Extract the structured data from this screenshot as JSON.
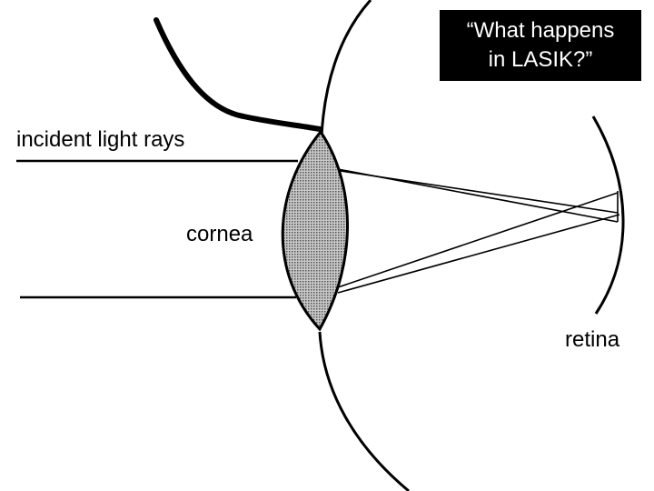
{
  "title": {
    "line1": "“What happens",
    "line2": "in LASIK?”"
  },
  "labels": {
    "incident": "incident light rays",
    "cornea": "cornea",
    "retina": "retina"
  },
  "colors": {
    "background": "#ffffff",
    "ink": "#000000",
    "lens_fill": "#9a9a9a",
    "title_bg": "#000000",
    "title_text": "#ffffff"
  }
}
